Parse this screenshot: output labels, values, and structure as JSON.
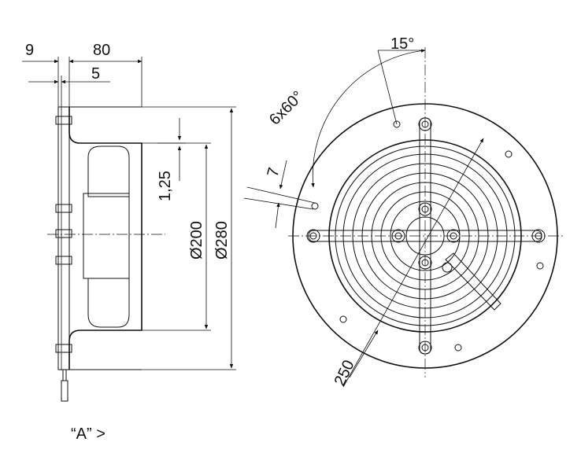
{
  "side_view": {
    "dim_flange": "9",
    "dim_depth": "80",
    "dim_offset": "5",
    "dim_gap": "1,25",
    "dim_inner_diameter": "Ø200",
    "dim_outer_diameter": "Ø280",
    "view_label": "“A” >"
  },
  "front_view": {
    "dim_angle_top": "15°",
    "dim_hole_pattern": "6x60°",
    "dim_hole_size": "7",
    "dim_bolt_circle": "250"
  },
  "colors": {
    "line": "#111111",
    "motor_fill": "#f4f4f4",
    "grill_fill": "#e6e6e6"
  }
}
